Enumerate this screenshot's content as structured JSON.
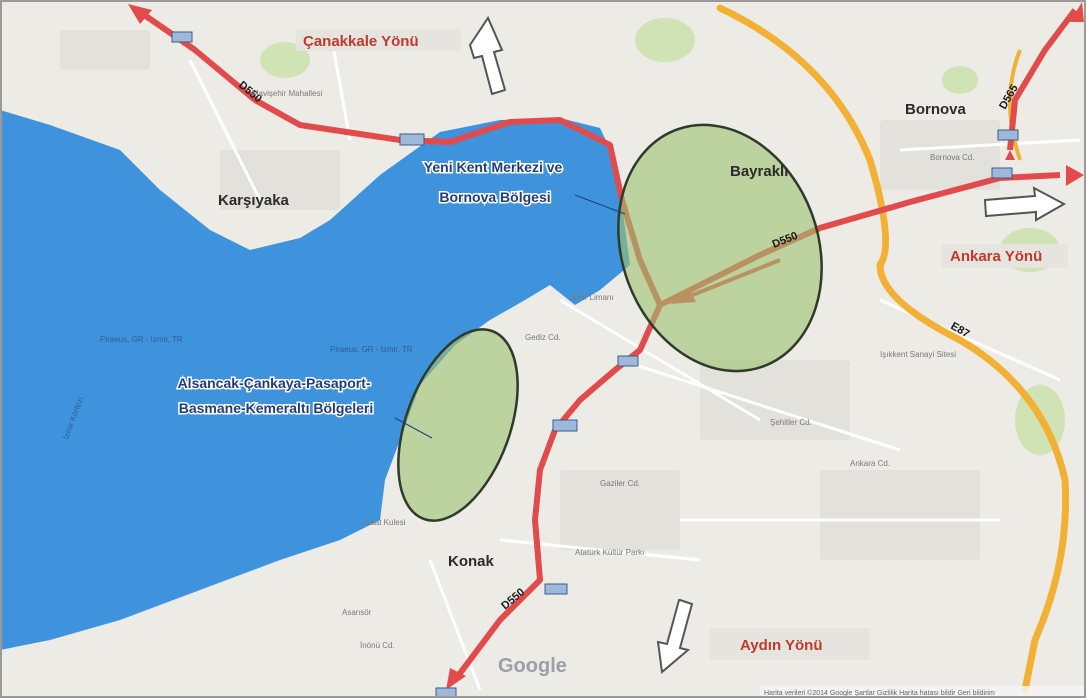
{
  "colors": {
    "sea": "#3f93dd",
    "land": "#ecebe6",
    "motorway": "#e24b4b",
    "ring_road": "#f2b134",
    "zone_fill": "#9cc26f",
    "direction_label": "#c0392b",
    "zone_label": "#1f3d7a"
  },
  "directions": {
    "canakkale": "Çanakkale Yönü",
    "ankara": "Ankara Yönü",
    "aydin": "Aydın Yönü"
  },
  "districts": {
    "karsiyaka": "Karşıyaka",
    "bayrakli": "Bayraklı",
    "bornova": "Bornova",
    "konak": "Konak"
  },
  "zones": {
    "north_line1": "Yeni Kent Merkezi ve",
    "north_line2": "Bornova Bölgesi",
    "south_line1": "Alsancak-Çankaya-Pasaport-",
    "south_line2": "Basmane-Kemeraltı Bölgeleri"
  },
  "roads": {
    "motorway_shield": "D550",
    "ring_road_shield": "E87",
    "north_shield": "D565"
  },
  "street_labels": {
    "mavisehir": "Mavişehir Mahallesi",
    "bornova_cd": "Bornova Cd.",
    "izmir_limani": "İzmir Limanı",
    "sanayi": "Işıkkent Sanayi Sitesi",
    "gediz_cd": "Gediz Cd.",
    "sehitler_cd": "Şehitler Cd.",
    "ankara_cd": "Ankara Cd.",
    "gaziler_cd": "Gaziler Cd.",
    "saat_kulesi": "Saat Kulesi",
    "asansor": "Asansör",
    "ataturk_parki": "Atatürk Kültür Parkı",
    "inonu_cd": "İnönü Cd."
  },
  "water_labels": {
    "ferry1": "Piraeus, GR - Izmir, TR",
    "ferry2": "Piraeus, GR - Izmir, TR",
    "ferry3": "İzmir Körfezi"
  },
  "logo": {
    "text": "Google"
  },
  "footer": {
    "credits": "Harita verileri ©2014 Google   Şartlar   Gizlilik   Harita hatası bildir   Geri bildirim"
  }
}
